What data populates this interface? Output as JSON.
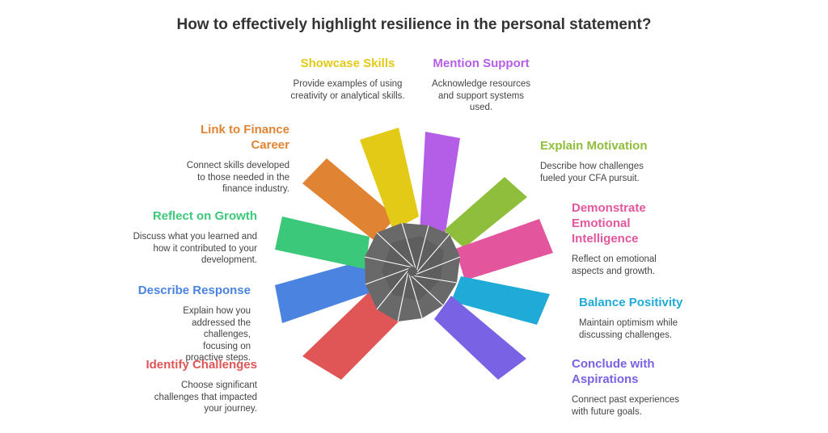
{
  "title": "How to effectively highlight resilience in the personal statement?",
  "colors": {
    "identify": "#e05656",
    "describe": "#4b84e0",
    "reflect": "#3cc87a",
    "link": "#e08434",
    "showcase": "#e3ca16",
    "mention": "#b45ee8",
    "motivation": "#8fbe3c",
    "emotional": "#e3569e",
    "positivity": "#1faad8",
    "aspirations": "#7a62e4",
    "hub": "#696969"
  },
  "items": {
    "identify": {
      "title": "Identify Challenges",
      "desc": "Choose significant challenges that impacted your journey."
    },
    "describe": {
      "title": "Describe Response",
      "desc": "Explain how you addressed the challenges, focusing on proactive steps."
    },
    "reflect": {
      "title": "Reflect on Growth",
      "desc": "Discuss what you learned and how it contributed to your development."
    },
    "link": {
      "title": "Link to Finance Career",
      "desc": "Connect skills developed to those needed in the finance industry."
    },
    "showcase": {
      "title": "Showcase Skills",
      "desc": "Provide examples of using creativity or analytical skills."
    },
    "mention": {
      "title": "Mention Support",
      "desc": "Acknowledge resources and support systems used."
    },
    "motivation": {
      "title": "Explain Motivation",
      "desc": "Describe how challenges fueled your CFA pursuit."
    },
    "emotional": {
      "title": "Demonstrate Emotional Intelligence",
      "desc": "Reflect on emotional aspects and growth."
    },
    "positivity": {
      "title": "Balance Positivity",
      "desc": "Maintain optimism while discussing challenges."
    },
    "aspirations": {
      "title": "Conclude with Aspirations",
      "desc": "Connect past experiences with future goals."
    }
  }
}
